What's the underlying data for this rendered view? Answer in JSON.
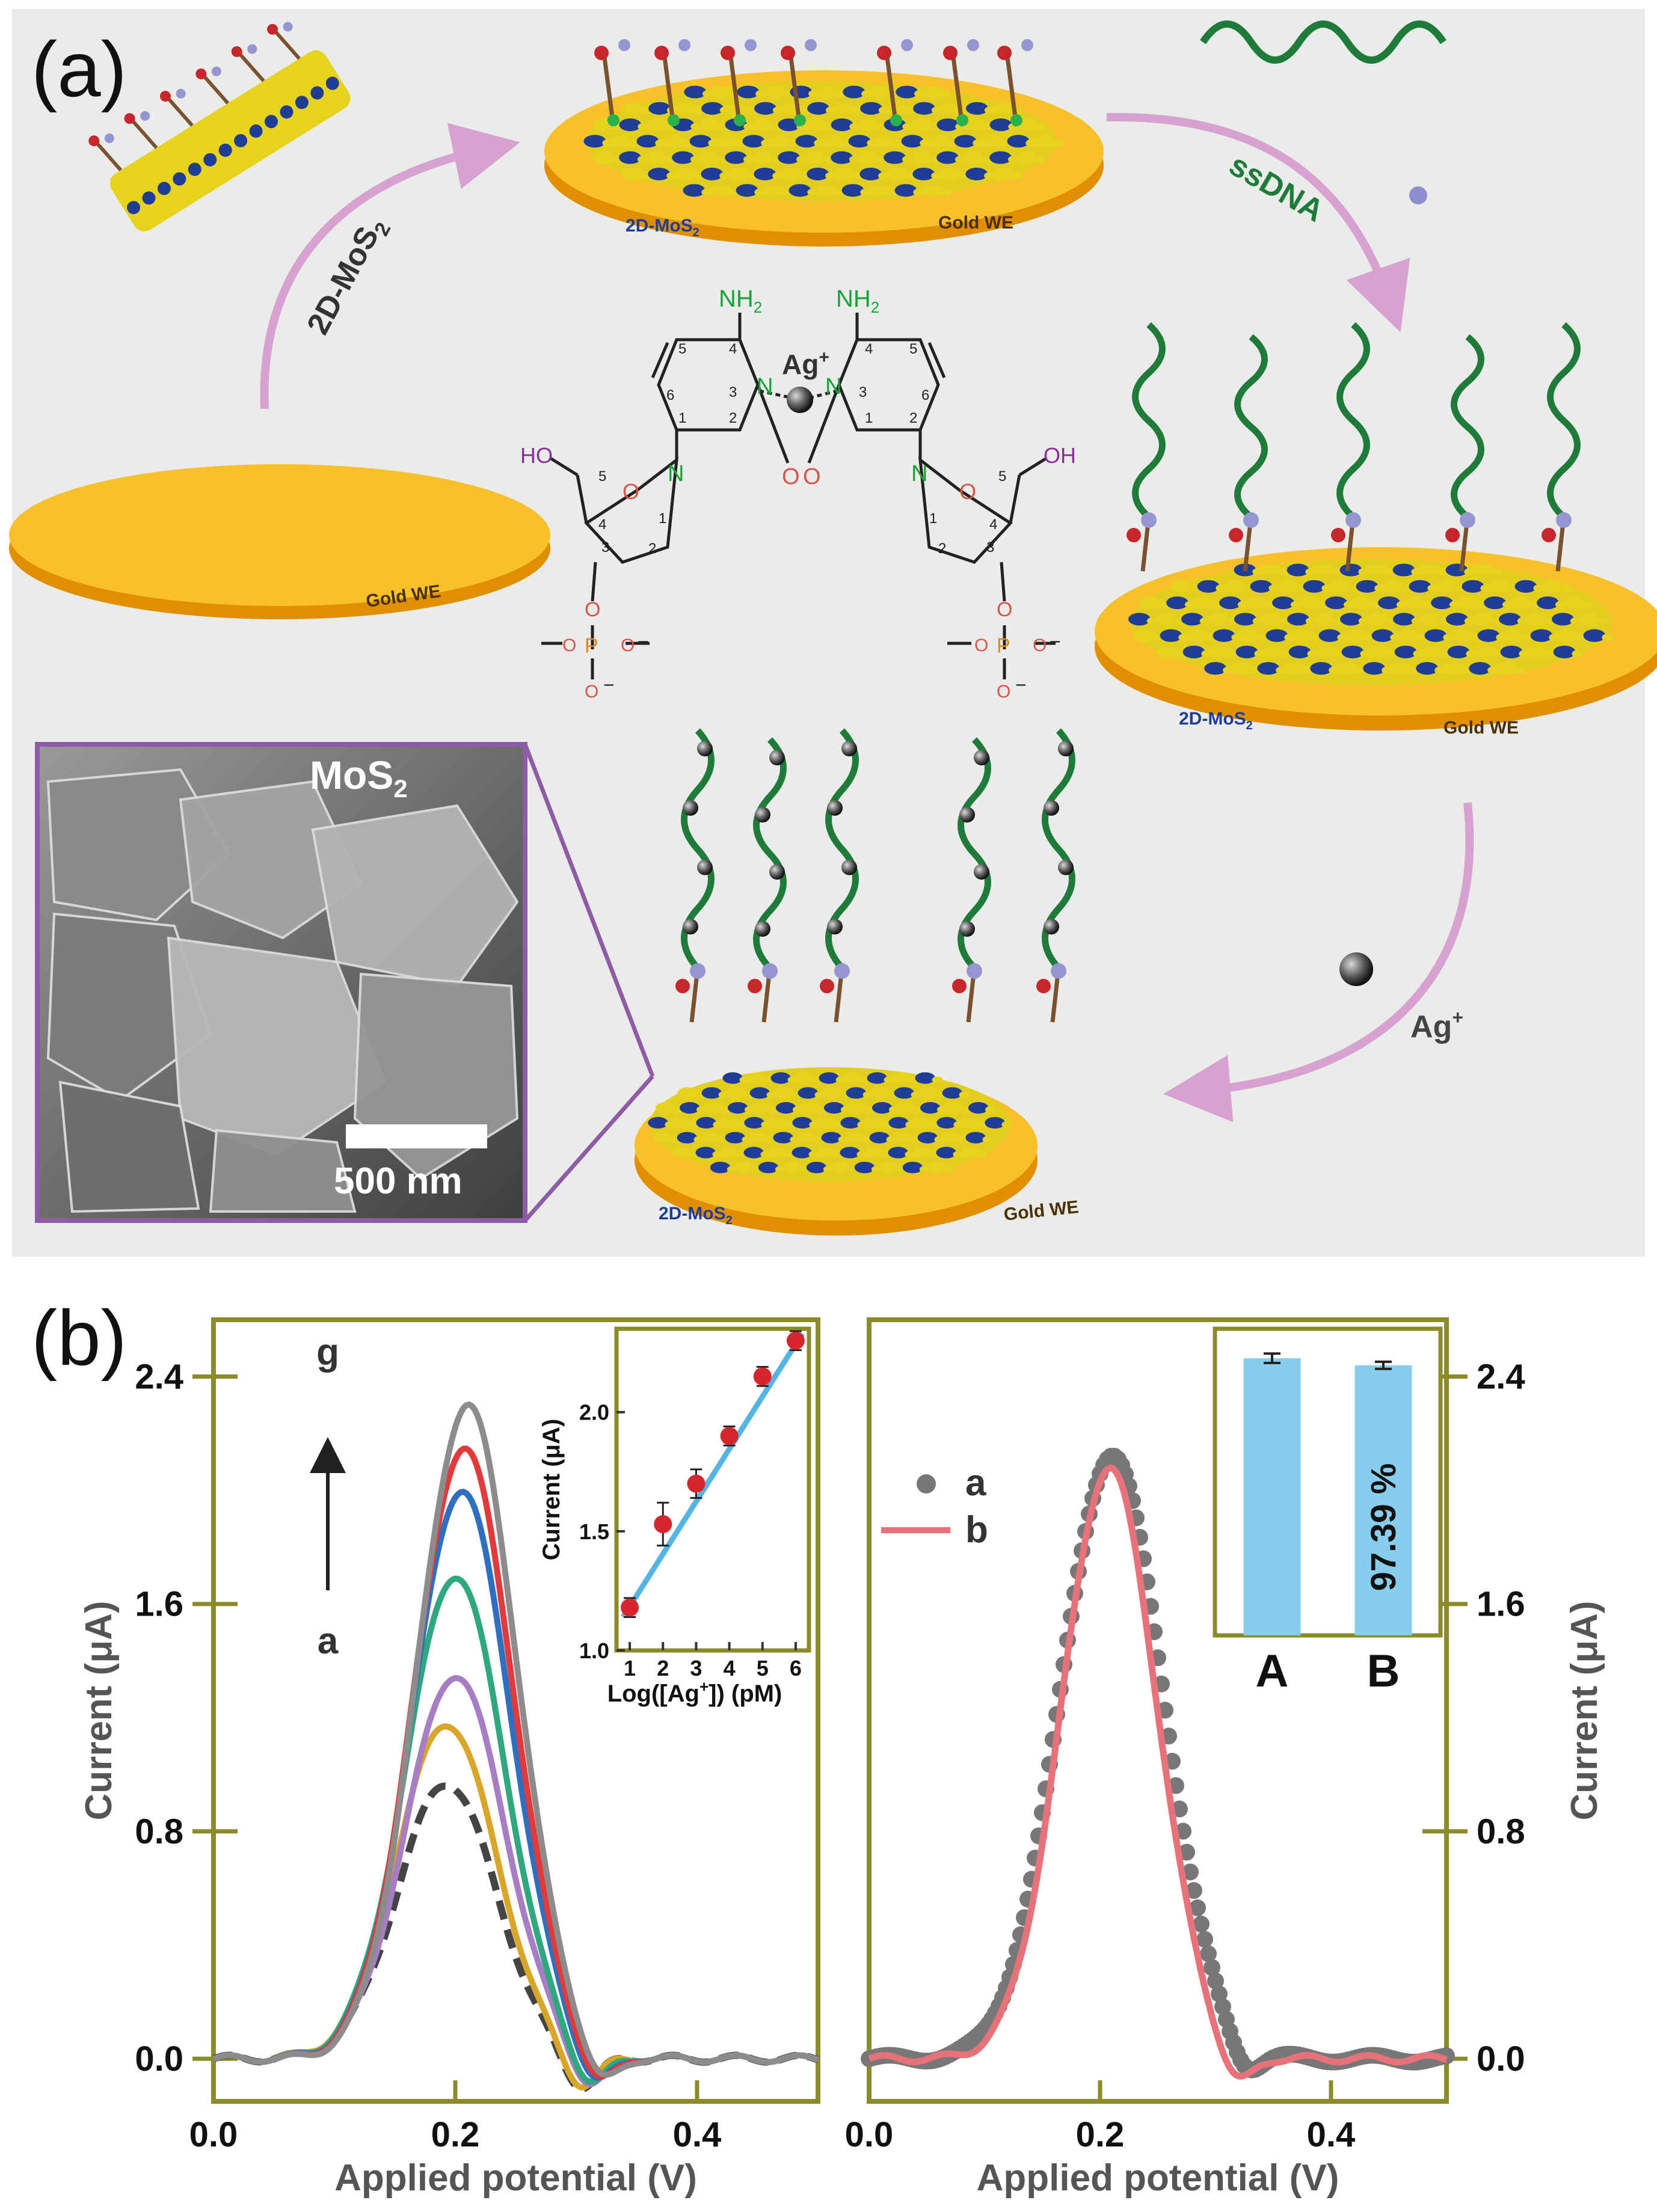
{
  "panel_a": {
    "label": "(a)",
    "arrow_label_mos2": "2D-MoS",
    "arrow_label_mos2_sub": "2",
    "arrow_label_ssdna": "ssDNA",
    "arrow_label_ag": "Ag",
    "arrow_label_ag_sup": "+",
    "electrode_label": "Gold WE",
    "layer_label": "2D-MoS",
    "layer_label_sub": "2",
    "sem_title": "MoS",
    "sem_title_sub": "2",
    "sem_scale": "500 nm",
    "chem_ag": "Ag",
    "chem_ag_sup": "+",
    "chem_nh2": "NH",
    "chem_nh2_sub": "2",
    "chem_n": "N",
    "chem_o": "O",
    "chem_ho": "HO",
    "chem_oh": "OH",
    "chem_p": "P",
    "chem_ominus": "O",
    "chem_minus": "−",
    "ring_numbers": [
      "1",
      "2",
      "3",
      "4",
      "5",
      "6"
    ],
    "sugar_numbers": [
      "1",
      "2",
      "3",
      "4",
      "5"
    ],
    "colors": {
      "gold": "#f9c02c",
      "gold_edge": "#e08f00",
      "mo_blue": "#1f3d96",
      "s_yellow": "#e7d31e",
      "dna_green": "#1e7b3a",
      "arrow_pink": "#d7a2cf",
      "sem_frame": "#8f5ba6",
      "n_green": "#17a336",
      "nh2_purple": "#8a2c9a",
      "o_red": "#d9534a",
      "p_orange": "#e0891c"
    }
  },
  "panel_b": {
    "label": "(b)",
    "chart_data": [
      {
        "type": "line",
        "xlabel": "Applied potential (V)",
        "ylabel": "Current (μA)",
        "xlim": [
          0.0,
          0.5
        ],
        "ylim": [
          -0.15,
          2.6
        ],
        "x_ticks": [
          "0.0",
          "0.2",
          "0.4"
        ],
        "y_ticks": [
          "0.0",
          "0.8",
          "1.6",
          "2.4"
        ],
        "arrow_top": "g",
        "arrow_bottom": "a",
        "series": [
          {
            "name": "a",
            "color": "#444444",
            "dashed": true,
            "peak": 0.97,
            "center": 0.193
          },
          {
            "color": "#d9a62a",
            "peak": 1.18,
            "center": 0.193
          },
          {
            "color": "#a77dc4",
            "peak": 1.35,
            "center": 0.2
          },
          {
            "color": "#2ea87c",
            "peak": 1.7,
            "center": 0.2
          },
          {
            "color": "#2e6fbf",
            "peak": 2.0,
            "center": 0.205
          },
          {
            "color": "#e3393a",
            "peak": 2.15,
            "center": 0.207
          },
          {
            "name": "g",
            "color": "#8c8c8c",
            "peak": 2.3,
            "center": 0.21
          }
        ],
        "inset": {
          "type": "scatter",
          "xlabel": "Log([Ag",
          "xlabel_sup": "+",
          "xlabel_end": "]) (pM)",
          "ylabel": "Current (μA)",
          "x_ticks": [
            "1",
            "2",
            "3",
            "4",
            "5",
            "6"
          ],
          "y_ticks": [
            "1.0",
            "1.5",
            "2.0"
          ],
          "xlim": [
            0.6,
            6.4
          ],
          "ylim": [
            1.0,
            2.35
          ],
          "x": [
            1,
            2,
            3,
            4,
            5,
            6
          ],
          "y": [
            1.18,
            1.53,
            1.7,
            1.9,
            2.15,
            2.3
          ],
          "err": [
            0.04,
            0.09,
            0.06,
            0.04,
            0.04,
            0.04
          ],
          "fit": {
            "x": [
              0.8,
              6.2
            ],
            "y": [
              1.14,
              2.33
            ]
          },
          "point_color": "#d6262d",
          "fit_color": "#55b4e6"
        }
      },
      {
        "type": "line",
        "xlabel": "Applied potential (V)",
        "ylabel": "Current (μA)",
        "xlim": [
          0.0,
          0.5
        ],
        "ylim": [
          -0.15,
          2.6
        ],
        "x_ticks": [
          "0.0",
          "0.2",
          "0.4"
        ],
        "y_ticks": [
          "0.0",
          "0.8",
          "1.6",
          "2.4"
        ],
        "series": [
          {
            "name": "a",
            "style": "dots",
            "color": "#777777",
            "peak": 2.12,
            "center": 0.21
          },
          {
            "name": "b",
            "style": "line",
            "color": "#e8727a",
            "peak": 2.08,
            "center": 0.208
          }
        ],
        "inset": {
          "type": "bar",
          "categories": [
            "A",
            "B"
          ],
          "values": [
            2.35,
            2.29
          ],
          "err": [
            0.04,
            0.03
          ],
          "annotation": "97.39 %",
          "bar_color": "#87ceee"
        }
      }
    ]
  }
}
